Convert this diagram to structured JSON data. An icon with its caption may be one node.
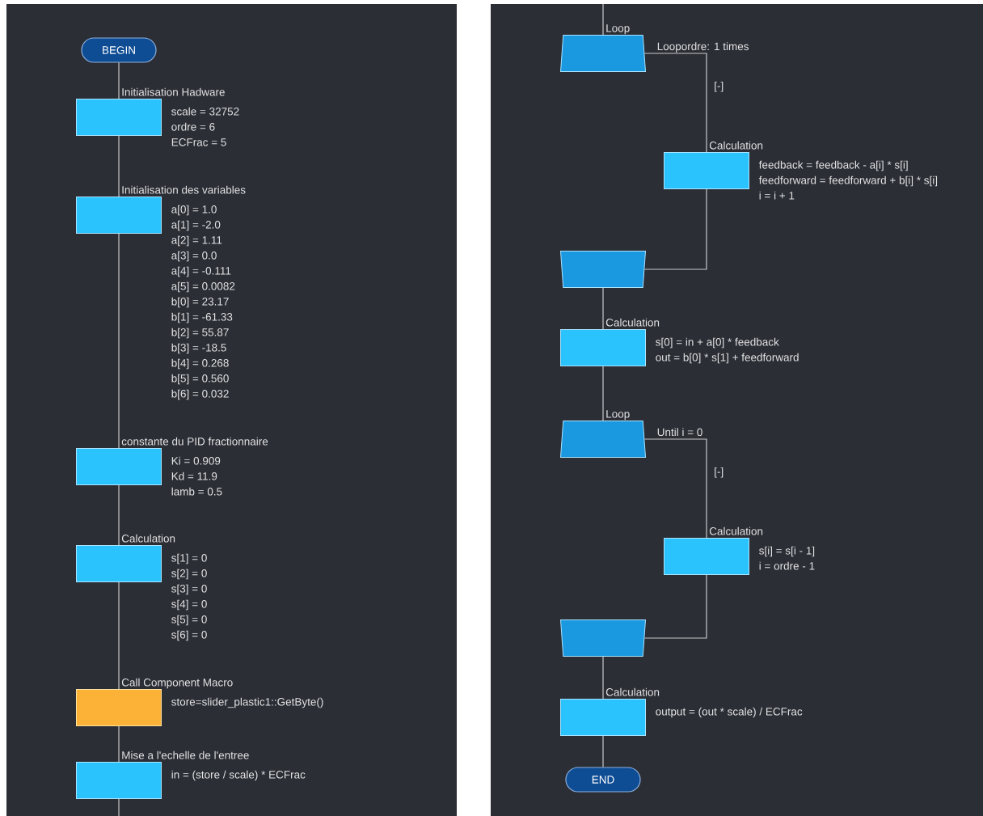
{
  "diagram": {
    "nodes": [
      {
        "text": [
          "BEGIN"
        ]
      },
      {
        "text": [
          "Initialisation Hadware"
        ],
        "beside": [
          "scale = 32752",
          "ordre = 6",
          "ECFrac = 5"
        ]
      },
      {
        "text": [
          "Initialisation des variables"
        ],
        "beside": [
          "a[0] = 1.0",
          "a[1] = -2.0",
          "a[2] = 1.11",
          "a[3] = 0.0",
          "a[4] = -0.111",
          "a[5] = 0.0082",
          "b[0] = 23.17",
          "b[1] = -61.33",
          "b[2] = 55.87",
          "b[3] = -18.5",
          "b[4] = 0.268",
          "b[5] = 0.560",
          "b[6] = 0.032"
        ]
      },
      {
        "text": [
          "constante du PID fractionnaire"
        ],
        "beside": [
          "Ki = 0.909",
          "Kd = 11.9",
          "lamb = 0.5"
        ]
      },
      {
        "text": [
          "Calculation"
        ],
        "beside": [
          "s[1] = 0",
          "s[2] = 0",
          "s[3] = 0",
          "s[4] = 0",
          "s[5] = 0",
          "s[6] = 0"
        ]
      },
      {
        "text": [
          "Call Component Macro"
        ],
        "beside": [
          "store=slider_plastic1::GetByte()"
        ]
      },
      {
        "text": [
          "Mise a l'echelle de l'entree"
        ],
        "beside": [
          "in = (store / scale) * ECFrac"
        ]
      },
      {
        "text": [
          "Loop"
        ],
        "beside": [
          "Loopordre: 1 times"
        ]
      },
      {
        "text": [
          "Calculation"
        ],
        "beside": [
          "feedback = feedback - a[i] * s[i]",
          "feedforward = feedforward + b[i] * s[i]",
          "i = i + 1"
        ]
      },
      {
        "text": [],
        "shape": "trapezoid"
      },
      {
        "text": [
          "Calculation"
        ],
        "beside": [
          "s[0] = in + a[0] * feedback",
          "out = b[0] * s[1] + feedforward"
        ]
      },
      {
        "text": [
          "Loop"
        ],
        "beside": [
          "Until i = 0"
        ]
      },
      {
        "text": [
          "Calculation"
        ],
        "beside": [
          "s[i] = s[i - 1]",
          "i = ordre - 1"
        ]
      },
      {
        "text": [],
        "shape": "trapezoid"
      },
      {
        "text": [
          "Calculation"
        ],
        "beside": [
          "output = (out * scale) / ECFrac"
        ]
      },
      {
        "text": [
          "END"
        ]
      }
    ],
    "edges": [
      {
        "from": 0,
        "to": 1,
        "arrow": "none"
      },
      {
        "from": 1,
        "to": 2,
        "arrow": "none"
      },
      {
        "from": 2,
        "to": 3,
        "arrow": "none"
      },
      {
        "from": 3,
        "to": 4,
        "arrow": "none"
      },
      {
        "from": 4,
        "to": 5,
        "arrow": "none"
      },
      {
        "from": 5,
        "to": 6,
        "arrow": "none"
      },
      {
        "from": 6,
        "to": null,
        "arrow": "none"
      },
      {
        "from": null,
        "to": 7,
        "arrow": "none"
      },
      {
        "from": 7,
        "to": 8,
        "arrow": "none",
        "label": "[-]"
      },
      {
        "from": 8,
        "to": 9,
        "arrow": "none"
      },
      {
        "from": 9,
        "to": 10,
        "arrow": "none"
      },
      {
        "from": 10,
        "to": 11,
        "arrow": "none"
      },
      {
        "from": 11,
        "to": 12,
        "arrow": "none",
        "label": "[-]"
      },
      {
        "from": 12,
        "to": 13,
        "arrow": "none"
      },
      {
        "from": 13,
        "to": 14,
        "arrow": "none"
      },
      {
        "from": 14,
        "to": 15,
        "arrow": "none"
      }
    ]
  }
}
